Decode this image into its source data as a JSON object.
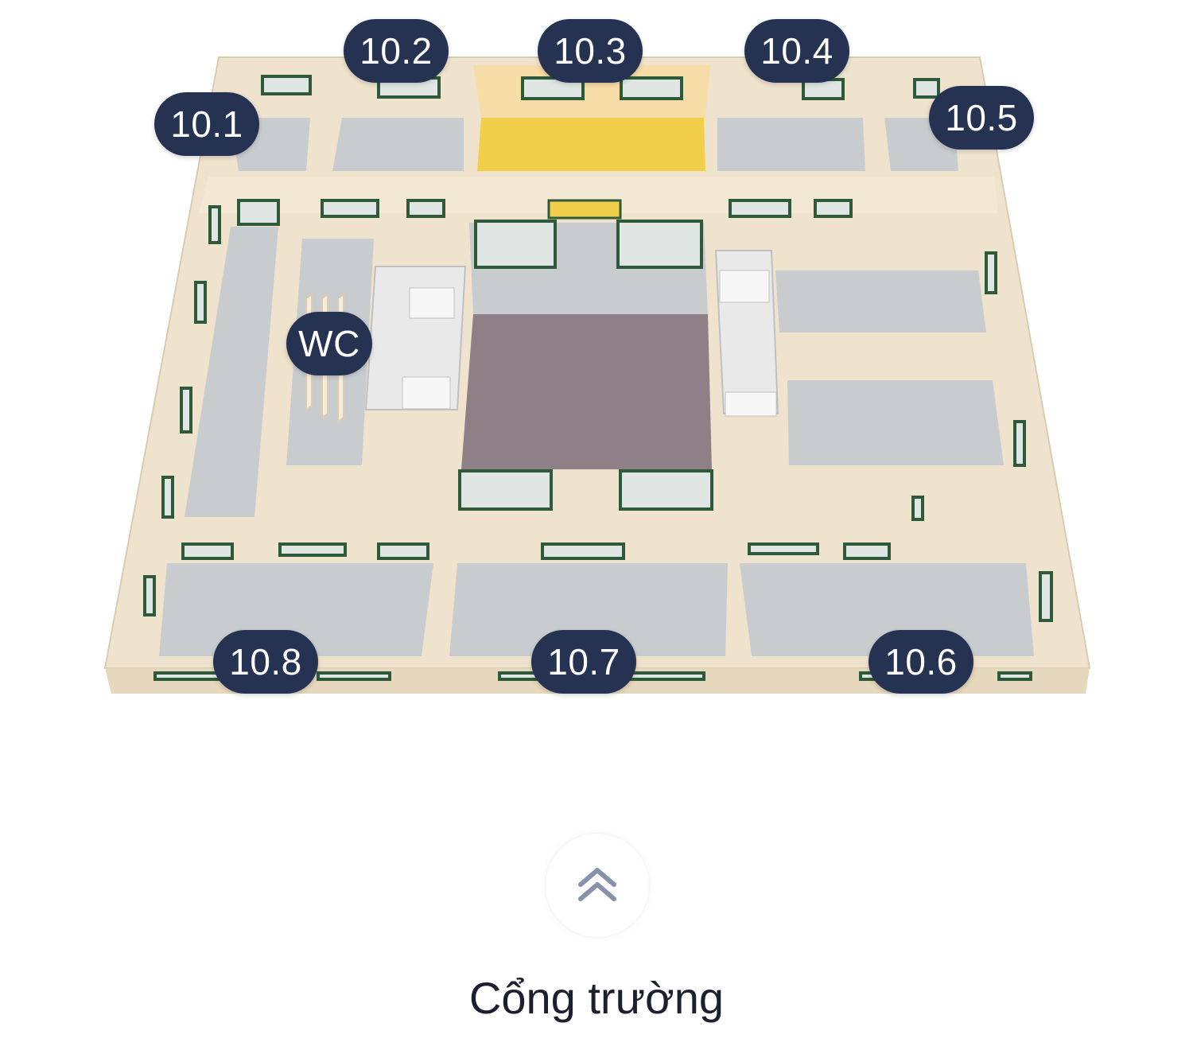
{
  "floor_plan": {
    "rooms": [
      {
        "id": "r101",
        "label": "10.1"
      },
      {
        "id": "r102",
        "label": "10.2"
      },
      {
        "id": "r103",
        "label": "10.3",
        "highlighted": true
      },
      {
        "id": "r104",
        "label": "10.4"
      },
      {
        "id": "r105",
        "label": "10.5"
      },
      {
        "id": "wc",
        "label": "WC"
      },
      {
        "id": "r108",
        "label": "10.8"
      },
      {
        "id": "r107",
        "label": "10.7"
      },
      {
        "id": "r106",
        "label": "10.6"
      }
    ],
    "colors": {
      "wall": "#efe3cd",
      "wall_top": "#f6eedd",
      "floor": "#c9ccce",
      "hall_floor": "#8f7f86",
      "highlight": "#f2cf4a",
      "window": "#2f5a3a",
      "label_bg": "#253252"
    }
  },
  "navigation": {
    "up_icon": "double-chevron-up-icon",
    "gate_label": "Cổng trường"
  }
}
